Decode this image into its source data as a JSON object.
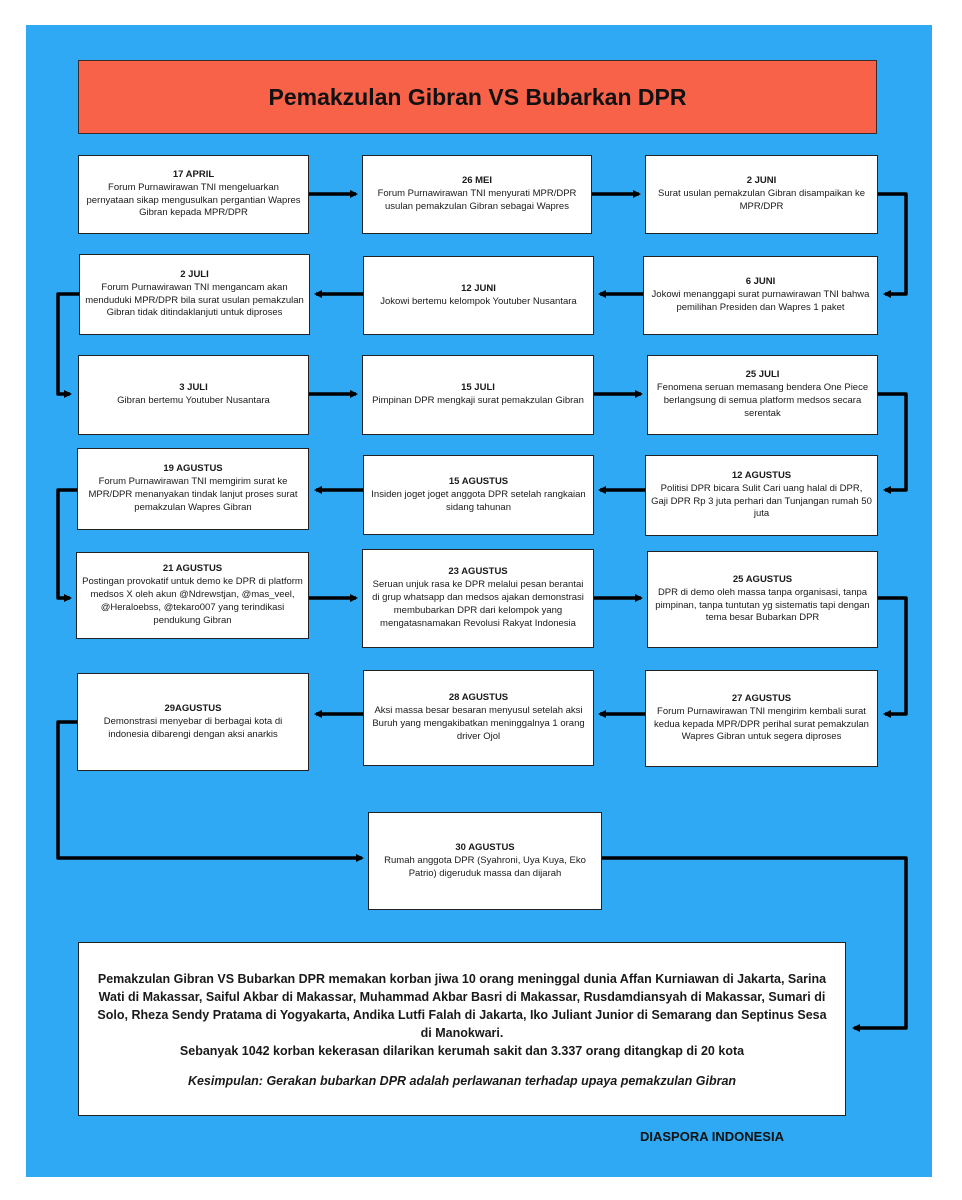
{
  "title": "Pemakzulan Gibran VS Bubarkan DPR",
  "colors": {
    "background": "#2fa9f3",
    "title_banner": "#f76249",
    "box": "#ffffff",
    "arrow": "#000000"
  },
  "events": [
    {
      "date": "17 APRIL",
      "text": "Forum Purnawirawan TNI mengeluarkan pernyataan sikap mengusulkan pergantian Wapres Gibran kepada MPR/DPR"
    },
    {
      "date": "26 MEI",
      "text": "Forum Purnawirawan TNI menyurati MPR/DPR usulan pemakzulan Gibran sebagai Wapres"
    },
    {
      "date": "2 JUNI",
      "text": "Surat usulan pemakzulan Gibran disampaikan ke MPR/DPR"
    },
    {
      "date": "6 JUNI",
      "text": "Jokowi menanggapi surat purnawirawan TNI bahwa pemilihan Presiden dan Wapres 1 paket"
    },
    {
      "date": "12 JUNI",
      "text": "Jokowi bertemu kelompok Youtuber Nusantara"
    },
    {
      "date": "2 JULI",
      "text": "Forum Purnawirawan TNI mengancam akan menduduki MPR/DPR bila surat usulan pemakzulan Gibran tidak ditindaklanjuti untuk diproses"
    },
    {
      "date": "3 JULI",
      "text": "Gibran bertemu Youtuber Nusantara"
    },
    {
      "date": "15 JULI",
      "text": "Pimpinan DPR mengkaji surat pemakzulan Gibran"
    },
    {
      "date": "25 JULI",
      "text": "Fenomena seruan memasang bendera One Piece berlangsung di semua platform medsos secara serentak"
    },
    {
      "date": "12 AGUSTUS",
      "text": "Politisi DPR bicara Sulit Cari uang halal di DPR, Gaji DPR Rp 3 juta perhari dan Tunjangan rumah 50 juta"
    },
    {
      "date": "15 AGUSTUS",
      "text": "Insiden joget joget anggota DPR setelah rangkaian sidang tahunan"
    },
    {
      "date": "19 AGUSTUS",
      "text": "Forum Purnawirawan TNI memgirim surat ke MPR/DPR menanyakan tindak lanjut proses surat pemakzulan Wapres Gibran"
    },
    {
      "date": "21 AGUSTUS",
      "text": "Postingan provokatif untuk demo ke DPR di platform medsos X oleh akun @Ndrewstjan, @mas_veel, @Heraloebss, @tekaro007 yang terindikasi pendukung Gibran"
    },
    {
      "date": "23 AGUSTUS",
      "text": "Seruan unjuk rasa ke DPR melalui pesan berantai di grup whatsapp dan medsos ajakan demonstrasi membubarkan DPR dari kelompok yang mengatasnamakan Revolusi Rakyat Indonesia"
    },
    {
      "date": "25 AGUSTUS",
      "text": "DPR di demo oleh massa tanpa organisasi, tanpa pimpinan, tanpa tuntutan yg sistematis tapi dengan tema besar Bubarkan DPR"
    },
    {
      "date": "27 AGUSTUS",
      "text": "Forum Purnawirawan TNI mengirim kembali surat kedua kepada MPR/DPR perihal surat pemakzulan Wapres Gibran untuk segera diproses"
    },
    {
      "date": "28 AGUSTUS",
      "text": "Aksi massa besar besaran menyusul setelah aksi Buruh yang mengakibatkan meninggalnya 1 orang driver Ojol"
    },
    {
      "date": "29AGUSTUS",
      "text": "Demonstrasi menyebar di berbagai kota di indonesia dibarengi dengan aksi anarkis"
    },
    {
      "date": "30 AGUSTUS",
      "text": "Rumah anggota DPR (Syahroni, Uya Kuya, Eko Patrio) digeruduk massa dan dijarah"
    }
  ],
  "summary": {
    "body": "Pemakzulan Gibran VS Bubarkan DPR memakan korban jiwa 10 orang meninggal dunia Affan Kurniawan di Jakarta, Sarina Wati di Makassar, Saiful Akbar di Makassar, Muhammad Akbar Basri di Makassar, Rusdamdiansyah di Makassar, Sumari di Solo, Rheza Sendy Pratama di Yogyakarta, Andika Lutfi Falah di Jakarta, Iko Juliant Junior di Semarang dan Septinus Sesa di Manokwari.",
    "stats": "Sebanyak 1042 korban kekerasan dilarikan kerumah sakit dan 3.337 orang ditangkap di 20 kota",
    "conclusion": "Kesimpulan: Gerakan bubarkan DPR adalah perlawanan terhadap upaya pemakzulan Gibran"
  },
  "footer": "DIASPORA INDONESIA"
}
